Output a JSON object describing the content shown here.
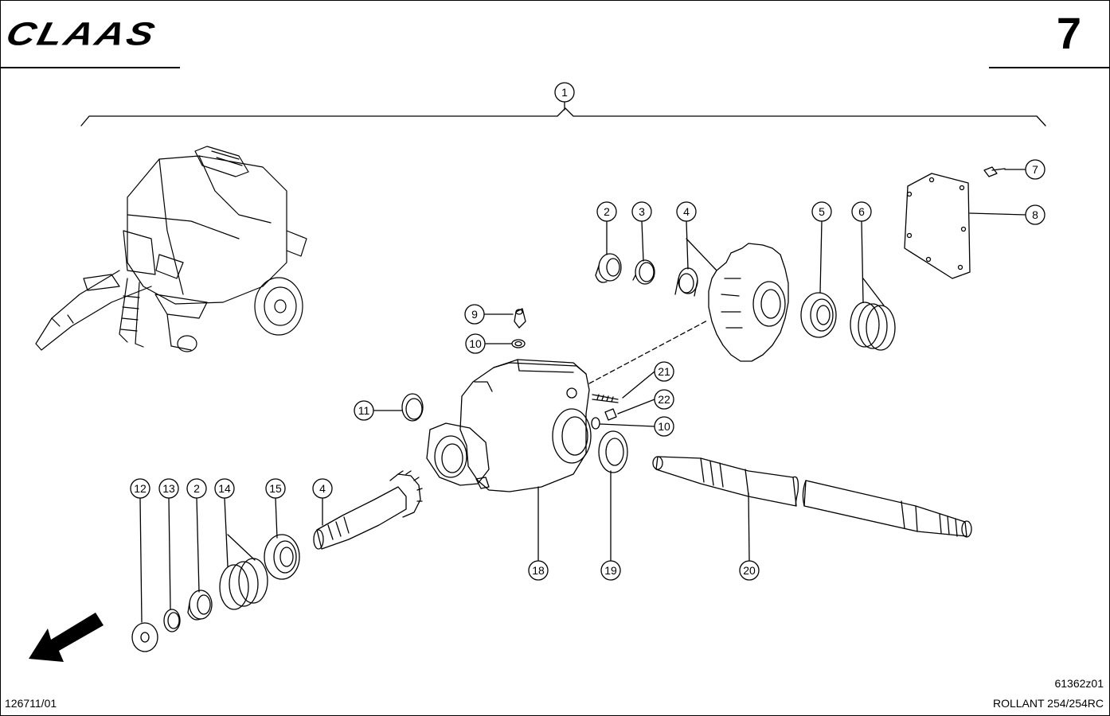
{
  "brand": "CLAAS",
  "page_number": "7",
  "doc_code": "126711/01",
  "figure_code": "61362z01",
  "model": "ROLLANT 254/254RC",
  "callouts": {
    "c1": "1",
    "c2a": "2",
    "c3": "3",
    "c4a": "4",
    "c5": "5",
    "c6": "6",
    "c7": "7",
    "c8": "8",
    "c9": "9",
    "c10a": "10",
    "c10b": "10",
    "c11": "11",
    "c12": "12",
    "c13": "13",
    "c2b": "2",
    "c14": "14",
    "c15": "15",
    "c4b": "4",
    "c18": "18",
    "c19": "19",
    "c20": "20",
    "c21": "21",
    "c22": "22"
  }
}
